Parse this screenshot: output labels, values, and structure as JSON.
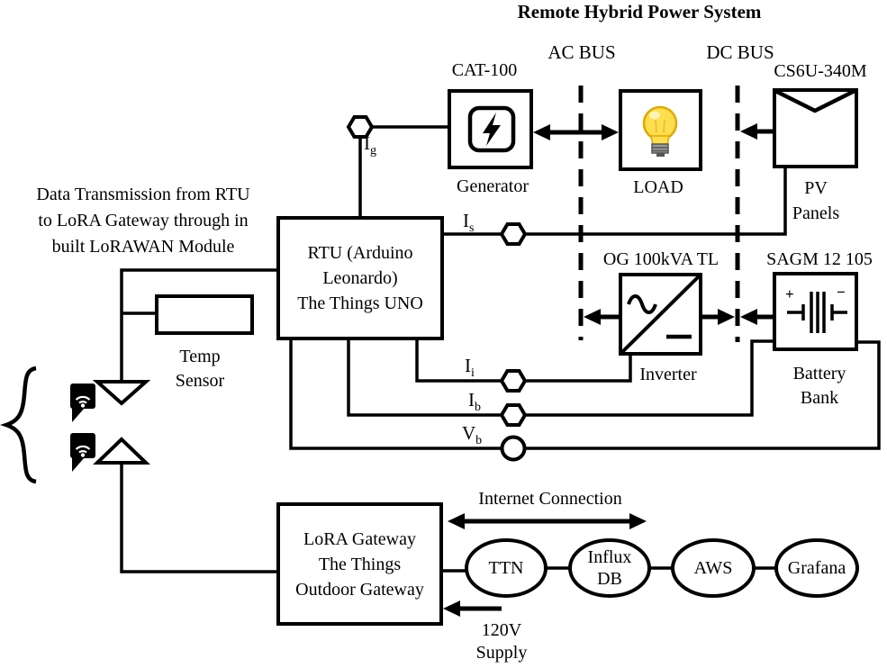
{
  "title": "Remote Hybrid Power System",
  "buses": {
    "ac": "AC BUS",
    "dc": "DC BUS"
  },
  "annotation": {
    "line1": "Data Transmission from RTU",
    "line2": "to LoRA Gateway through in",
    "line3": "built LoRAWAN Module"
  },
  "blocks": {
    "generator": {
      "model": "CAT-100",
      "label": "Generator"
    },
    "load": {
      "label": "LOAD"
    },
    "pv": {
      "model": "CS6U-340M",
      "label1": "PV",
      "label2": "Panels"
    },
    "rtu": {
      "line1": "RTU (Arduino",
      "line2": "Leonardo)",
      "line3": "The Things UNO"
    },
    "inverter": {
      "model": "OG 100kVA TL",
      "label": "Inverter"
    },
    "battery": {
      "model": "SAGM 12 105",
      "label1": "Battery",
      "label2": "Bank",
      "plus": "+",
      "minus": "−"
    },
    "temp_sensor": {
      "label1": "Temp",
      "label2": "Sensor"
    },
    "lora": {
      "line1": "LoRA Gateway",
      "line2": "The Things",
      "line3": "Outdoor Gateway"
    }
  },
  "sensors": {
    "ig": {
      "base": "I",
      "sub": "g"
    },
    "is": {
      "base": "I",
      "sub": "s"
    },
    "ii": {
      "base": "I",
      "sub": "i"
    },
    "ib": {
      "base": "I",
      "sub": "b"
    },
    "vb": {
      "base": "V",
      "sub": "b"
    }
  },
  "links": {
    "internet": "Internet Connection",
    "supply1": "120V",
    "supply2": "Supply"
  },
  "cloud": [
    {
      "line1": "TTN",
      "line2": ""
    },
    {
      "line1": "Influx",
      "line2": "DB"
    },
    {
      "line1": "AWS",
      "line2": ""
    },
    {
      "line1": "Grafana",
      "line2": ""
    }
  ]
}
